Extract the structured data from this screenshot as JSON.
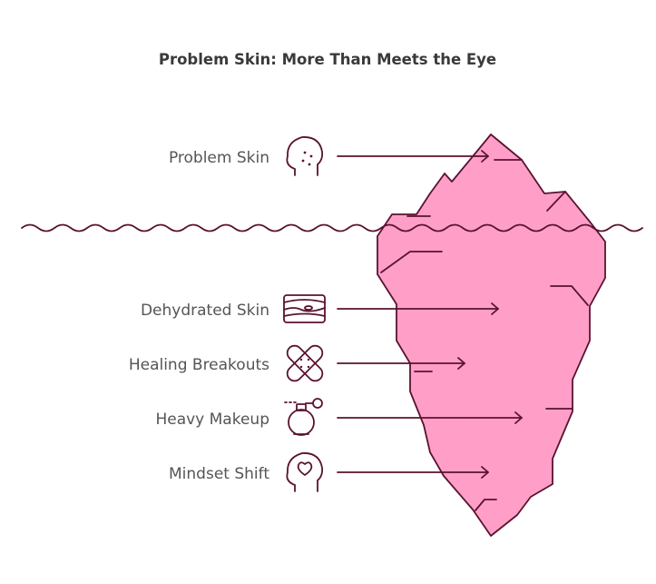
{
  "title": "Problem Skin: More Than Meets the Eye",
  "colors": {
    "ink": "#5a1230",
    "iceberg_fill": "#ff9fc8",
    "label_text": "#555555",
    "title_text": "#3a3a3a"
  },
  "items": [
    {
      "label": "Problem Skin",
      "icon": "face-acne-icon",
      "zone": "above-water"
    },
    {
      "label": "Dehydrated Skin",
      "icon": "dry-skin-layers-icon",
      "zone": "below-water"
    },
    {
      "label": "Healing Breakouts",
      "icon": "crossed-bandages-icon",
      "zone": "below-water"
    },
    {
      "label": "Heavy Makeup",
      "icon": "perfume-atomizer-icon",
      "zone": "below-water"
    },
    {
      "label": "Mindset Shift",
      "icon": "head-heart-icon",
      "zone": "below-water"
    }
  ]
}
